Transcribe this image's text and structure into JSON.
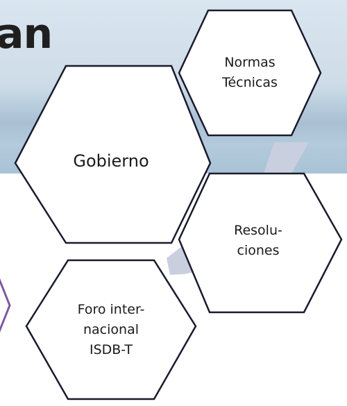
{
  "slide": {
    "title_fragment": "an"
  },
  "diagram": {
    "nodes": [
      {
        "id": "normas",
        "lines": [
          "Normas",
          "Técnicas"
        ]
      },
      {
        "id": "gobierno",
        "lines": [
          "Gobierno"
        ]
      },
      {
        "id": "resoluciones",
        "lines": [
          "Resolu-",
          "ciones"
        ]
      },
      {
        "id": "foro",
        "lines": [
          "Foro inter-",
          "nacional",
          "ISDB-T"
        ]
      }
    ]
  },
  "colors": {
    "hex_outline": "#1a1a2e",
    "connector": "#c9cfdf",
    "arrow_accent": "#7a5aa0"
  }
}
